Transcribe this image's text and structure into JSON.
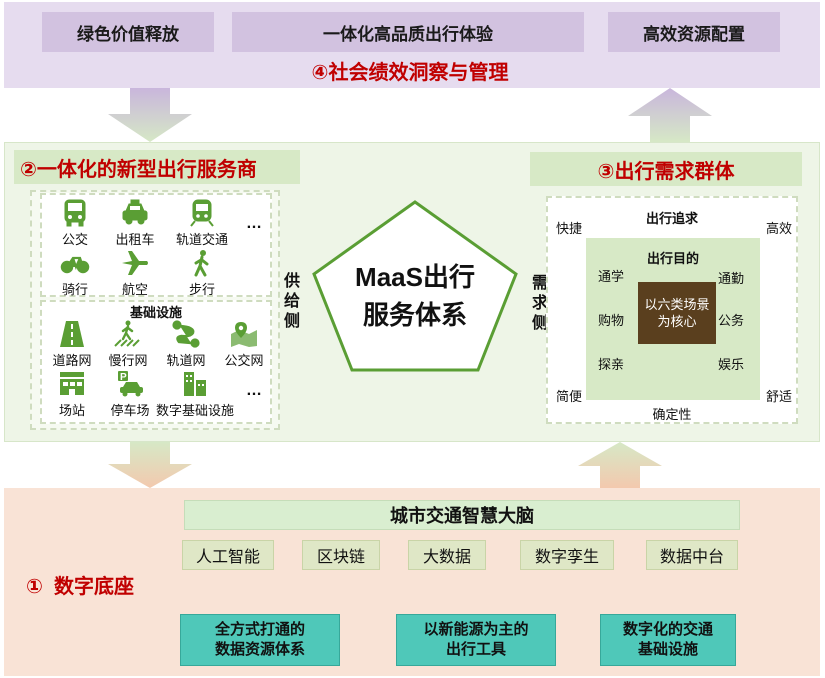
{
  "top": {
    "boxes": [
      "绿色价值释放",
      "一体化高品质出行体验",
      "高效资源配置"
    ],
    "title": "④社会绩效洞察与管理"
  },
  "service": {
    "title": "②一体化的新型出行服务商",
    "modes": [
      "公交",
      "出租车",
      "轨道交通",
      "骑行",
      "航空",
      "步行"
    ],
    "ellipsis": "…",
    "infra_title": "基础设施",
    "infra": [
      "道路网",
      "慢行网",
      "轨道网",
      "公交网",
      "场站",
      "停车场",
      "数字基础设施"
    ],
    "side_label": "供给侧"
  },
  "center": {
    "line1": "MaaS出行",
    "line2": "服务体系"
  },
  "demand": {
    "title": "③出行需求群体",
    "side_label": "需求侧",
    "pursuit_title": "出行追求",
    "purpose_title": "出行目的",
    "corners": [
      "快捷",
      "高效",
      "简便",
      "舒适"
    ],
    "bottom": "确定性",
    "purposes": [
      "通学",
      "通勤",
      "购物",
      "公务",
      "探亲",
      "娱乐"
    ],
    "core_line1": "以六类场景",
    "core_line2": "为核心"
  },
  "base": {
    "brain": "城市交通智慧大脑",
    "techs": [
      "人工智能",
      "区块链",
      "大数据",
      "数字孪生",
      "数据中台"
    ],
    "title": "①  数字底座",
    "foundations": [
      {
        "line1": "全方式打通的",
        "line2": "数据资源体系"
      },
      {
        "line1": "以新能源为主的",
        "line2": "出行工具"
      },
      {
        "line1": "数字化的交通",
        "line2": "基础设施"
      }
    ]
  },
  "colors": {
    "accent_red": "#c00000",
    "icon_green": "#5a9e34",
    "top_band": "#e6dcef",
    "mid_band": "#eef5e7",
    "bottom_band": "#f9e3d6",
    "teal": "#4fc8b9",
    "core_brown": "#5a3f1e"
  }
}
